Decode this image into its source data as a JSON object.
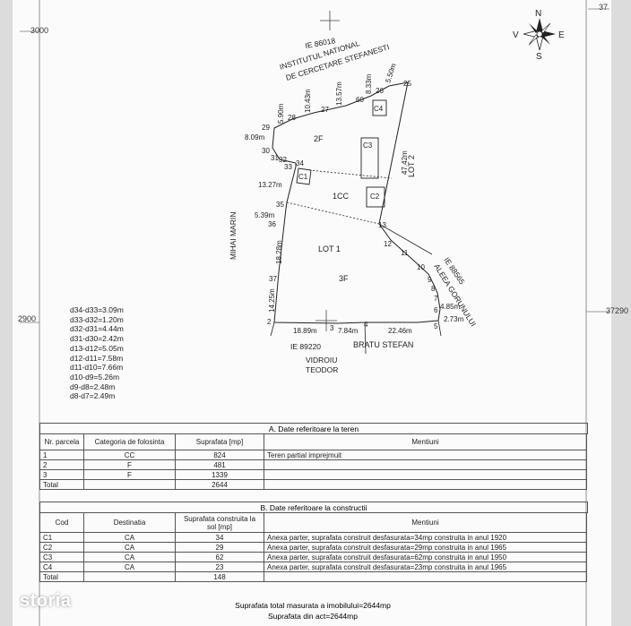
{
  "frame": {
    "corner_top_left": "3000",
    "corner_top_right": "37",
    "edge_left": "2900",
    "edge_right": "37290"
  },
  "compass": {
    "n": "N",
    "s": "S",
    "e": "E",
    "w": "V"
  },
  "neighbors": {
    "north_id": "IE 86018",
    "north_line1": "INSTITUTUL NATIONAL",
    "north_line2": "DE CERCETARE STEFANESTI",
    "west": "MIHAI MARIN",
    "east_id": "IE 88565",
    "east_street": "ALEEA GORUNULUI",
    "south_id": "IE 89220",
    "south_name": "BRATU STEFAN",
    "south_west_line1": "VIDROIU",
    "south_west_line2": "TEODOR"
  },
  "lots": {
    "lot1": "LOT 1",
    "lot2": "LOT 2"
  },
  "zones": {
    "zone_2f": "2F",
    "zone_1cc": "1CC",
    "zone_3f": "3F"
  },
  "buildings": {
    "c1": "C1",
    "c2": "C2",
    "c3": "C3",
    "c4": "C4"
  },
  "points": {
    "p2": "2",
    "p3": "3",
    "p4": "4",
    "p5": "5",
    "p6": "6",
    "p7": "7",
    "p8": "8",
    "p9": "9",
    "p10": "10",
    "p11": "11",
    "p12": "12",
    "p13": "13",
    "p25": "25",
    "p26": "26",
    "p27": "27",
    "p28": "28",
    "p29": "29",
    "p30": "30",
    "p31": "31",
    "p32": "32",
    "p33": "33",
    "p34": "34",
    "p35": "35",
    "p36": "36",
    "p37": "37",
    "p60": "60"
  },
  "lengths": {
    "l_29_30": "8.09m",
    "l_29_28": "5.90m",
    "l_28_27": "10.43m",
    "l_27_60": "13.57m",
    "l_60_26": "8.33m",
    "l_26_25": "5.50m",
    "l_25_13": "47.42m",
    "l_33_35": "13.27m",
    "l_35_36": "5.39m",
    "l_36_37": "18.28m",
    "l_37_2": "14.25m",
    "l_2_3": "18.89m",
    "l_3_4": "7.84m",
    "l_4_5": "22.46m",
    "l_6_7": "4.85m",
    "l_5_6": "2.73m"
  },
  "distances": [
    "d34-d33=3.09m",
    "d33-d32=1.20m",
    "d32-d31=4.44m",
    "d31-d30=2.42m",
    "d13-d12=5.05m",
    "d12-d11=7.58m",
    "d11-d10=7.66m",
    "d10-d9=5.26m",
    "d9-d8=2.48m",
    "d8-d7=2.49m"
  ],
  "table_a": {
    "title": "A. Date referitoare la teren",
    "headers": [
      "Nr. parcela",
      "Categoria de folosinta",
      "Suprafata [mp]",
      "Mentiuni"
    ],
    "rows": [
      [
        "1",
        "CC",
        "824",
        "Teren partial imprejmuit"
      ],
      [
        "2",
        "F",
        "481",
        ""
      ],
      [
        "3",
        "F",
        "1339",
        ""
      ]
    ],
    "total_label": "Total",
    "total_value": "2644"
  },
  "table_b": {
    "title": "B. Date referitoare la constructii",
    "headers": [
      "Cod",
      "Destinatia",
      "Suprafata construita la sol [mp]",
      "Mentiuni"
    ],
    "rows": [
      [
        "C1",
        "CA",
        "34",
        "Anexa parter, suprafata construit desfasurata=34mp construita in anul 1920"
      ],
      [
        "C2",
        "CA",
        "29",
        "Anexa parter, suprafata construit desfasurata=29mp construita in anul 1965"
      ],
      [
        "C3",
        "CA",
        "62",
        "Anexa parter, suprafata construit desfasurata=62mp construita in anul 1950"
      ],
      [
        "C4",
        "CA",
        "23",
        "Anexa parter, suprafata construit desfasurata=23mp construita in anul 1965"
      ]
    ],
    "total_label": "Total",
    "total_value": "148"
  },
  "footer": {
    "line1": "Suprafata total masurata a imobilului=2644mp",
    "line2": "Suprafata din act=2644mp"
  },
  "watermark": "storia"
}
